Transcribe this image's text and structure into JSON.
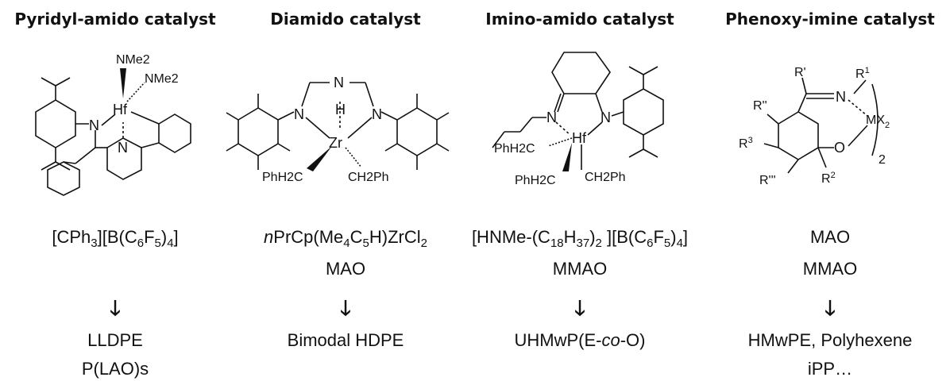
{
  "catalysts": [
    {
      "title": "Pyridyl-amido catalyst",
      "structure": {
        "atoms": [
          "NMe2",
          "NMe2",
          "Hf",
          "N",
          "N"
        ]
      },
      "activator": [
        "[CPh",
        "3",
        "][B(C",
        "6",
        "F",
        "5",
        ")",
        "4",
        "]"
      ],
      "arrow": "🡓",
      "products": [
        "LLDPE",
        "P(LAO)s"
      ]
    },
    {
      "title": "Diamido catalyst",
      "structure": {
        "atoms": [
          "N",
          "H",
          "N",
          "N",
          "Zr",
          "PhH2C",
          "CH2Ph"
        ]
      },
      "activator_line1": [
        "n",
        "PrCp(Me",
        "4",
        "C",
        "5",
        "H)ZrCl",
        "2"
      ],
      "activator_line2": "MAO",
      "arrow": "🡓",
      "products": [
        "Bimodal HDPE"
      ]
    },
    {
      "title": "Imino-amido catalyst",
      "structure": {
        "atoms": [
          "N",
          "N",
          "Hf",
          "PhH2C",
          "PhH2C",
          "CH2Ph"
        ]
      },
      "activator_line1": [
        "[HNMe-(C",
        "18",
        "H",
        "37",
        ")",
        "2",
        " ][B(C",
        "6",
        "F",
        "5",
        ")",
        "4",
        "]"
      ],
      "activator_line2": "MMAO",
      "arrow": "🡓",
      "products": [
        "UHMwP(E-",
        "co",
        "-O)"
      ]
    },
    {
      "title": "Phenoxy-imine catalyst",
      "structure": {
        "atoms": [
          "R'",
          "R",
          "1",
          "N",
          "R''",
          "MX",
          "2",
          "R",
          "3",
          "O",
          "2",
          "R'''",
          "R",
          "2"
        ]
      },
      "activators": [
        "MAO",
        "MMAO"
      ],
      "arrow": "🡓",
      "products": [
        "HMwPE, Polyhexene",
        "iPP…"
      ]
    }
  ]
}
